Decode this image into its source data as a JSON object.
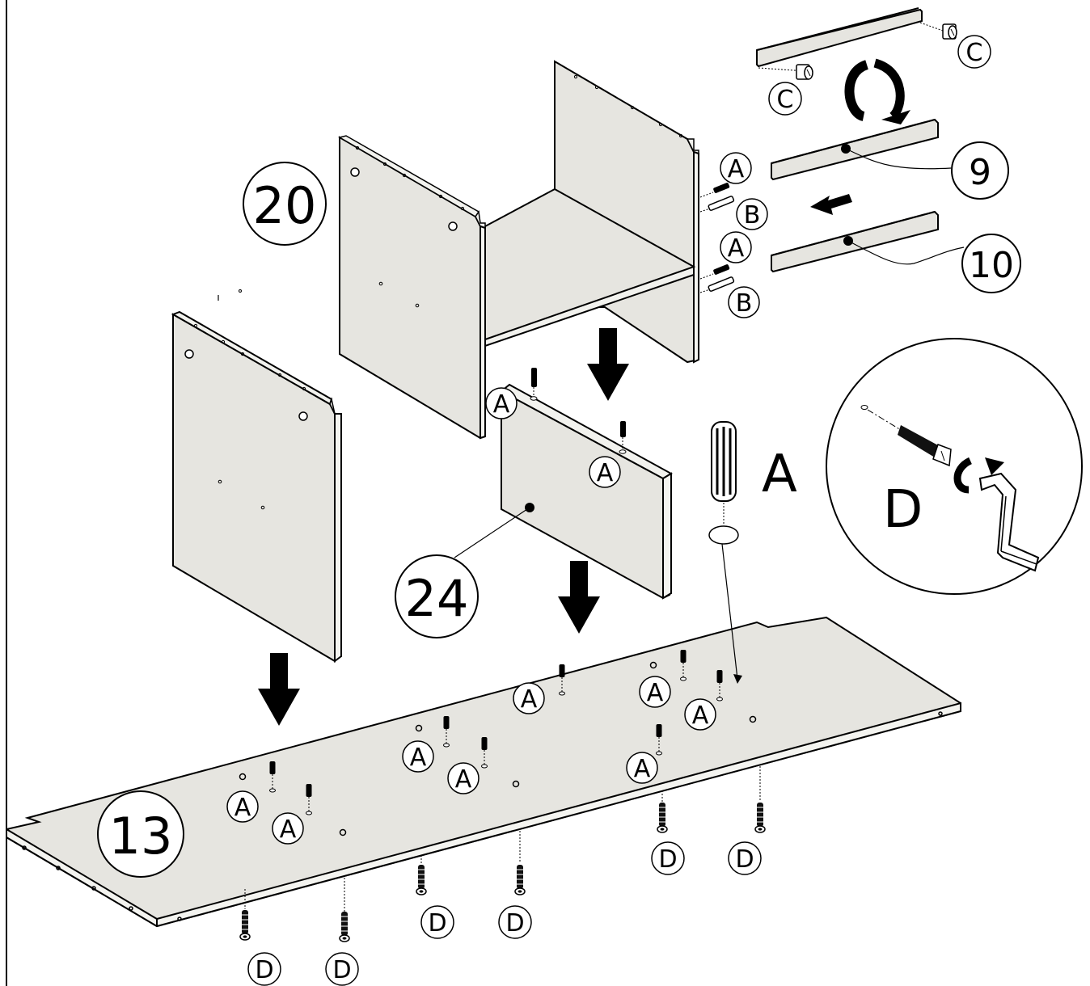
{
  "colors": {
    "panel_fill": "#e6e5e0",
    "panel_top": "#f2f2ee",
    "stroke": "#000000",
    "arrow": "#000000"
  },
  "labels": {
    "part_20": "20",
    "part_24": "24",
    "part_13": "13",
    "part_9": "9",
    "part_10": "10",
    "dowel": "A",
    "cam_bolt": "B",
    "cam_lock": "C",
    "screw": "D"
  },
  "legend": {
    "dowel_letter": "A",
    "screw_letter": "D"
  }
}
